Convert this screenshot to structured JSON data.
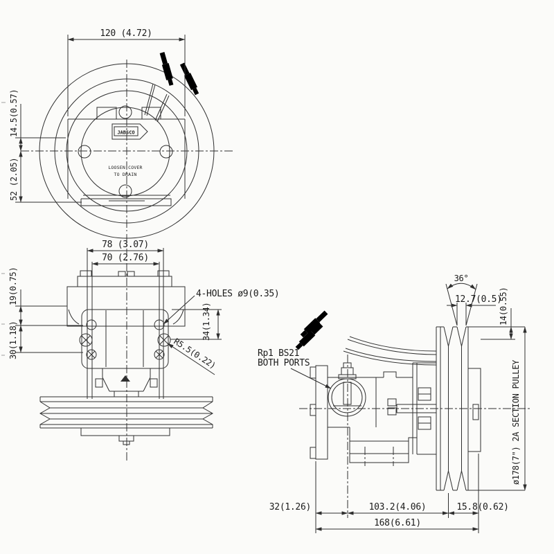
{
  "palette": {
    "background": "#fbfbf9",
    "line": "#2f2f2f",
    "text": "#1b1b1b"
  },
  "views": {
    "front": {
      "dim_width": "120 (4.72)",
      "dim_center_offset": "14.5(0.57)",
      "dim_base_offset": "52 (2.05)",
      "logo": "JABSCO",
      "cover_note_line1": "LOOSEN COVER",
      "cover_note_line2": "TO DRAIN"
    },
    "side": {
      "dim_flange_width": "78 (3.07)",
      "dim_bolt_spacing": "70 (2.76)",
      "dim_upper_offset": "19(0.75)",
      "dim_lower_offset": "30(1.18)",
      "holes_callout": "4-HOLES ø9(0.35)",
      "dim_slot_offset": "34(1.34)",
      "slot_radius_callout": "R5.5(0.22)"
    },
    "profile": {
      "ports_callout_line1": "Rp1 BS21",
      "ports_callout_line2": "BOTH PORTS",
      "groove_angle": "36°",
      "dim_groove_width": "12.7(0.5)",
      "dim_rim_depth": "14(0.55)",
      "pulley_label": "ø178(7\")  2A SECTION PULLEY",
      "dim_flange_to_center": "32(1.26)",
      "dim_center_to_pulley": "103.2(4.06)",
      "dim_pulley_hub": "15.8(0.62)",
      "dim_overall_length": "168(6.61)"
    }
  }
}
